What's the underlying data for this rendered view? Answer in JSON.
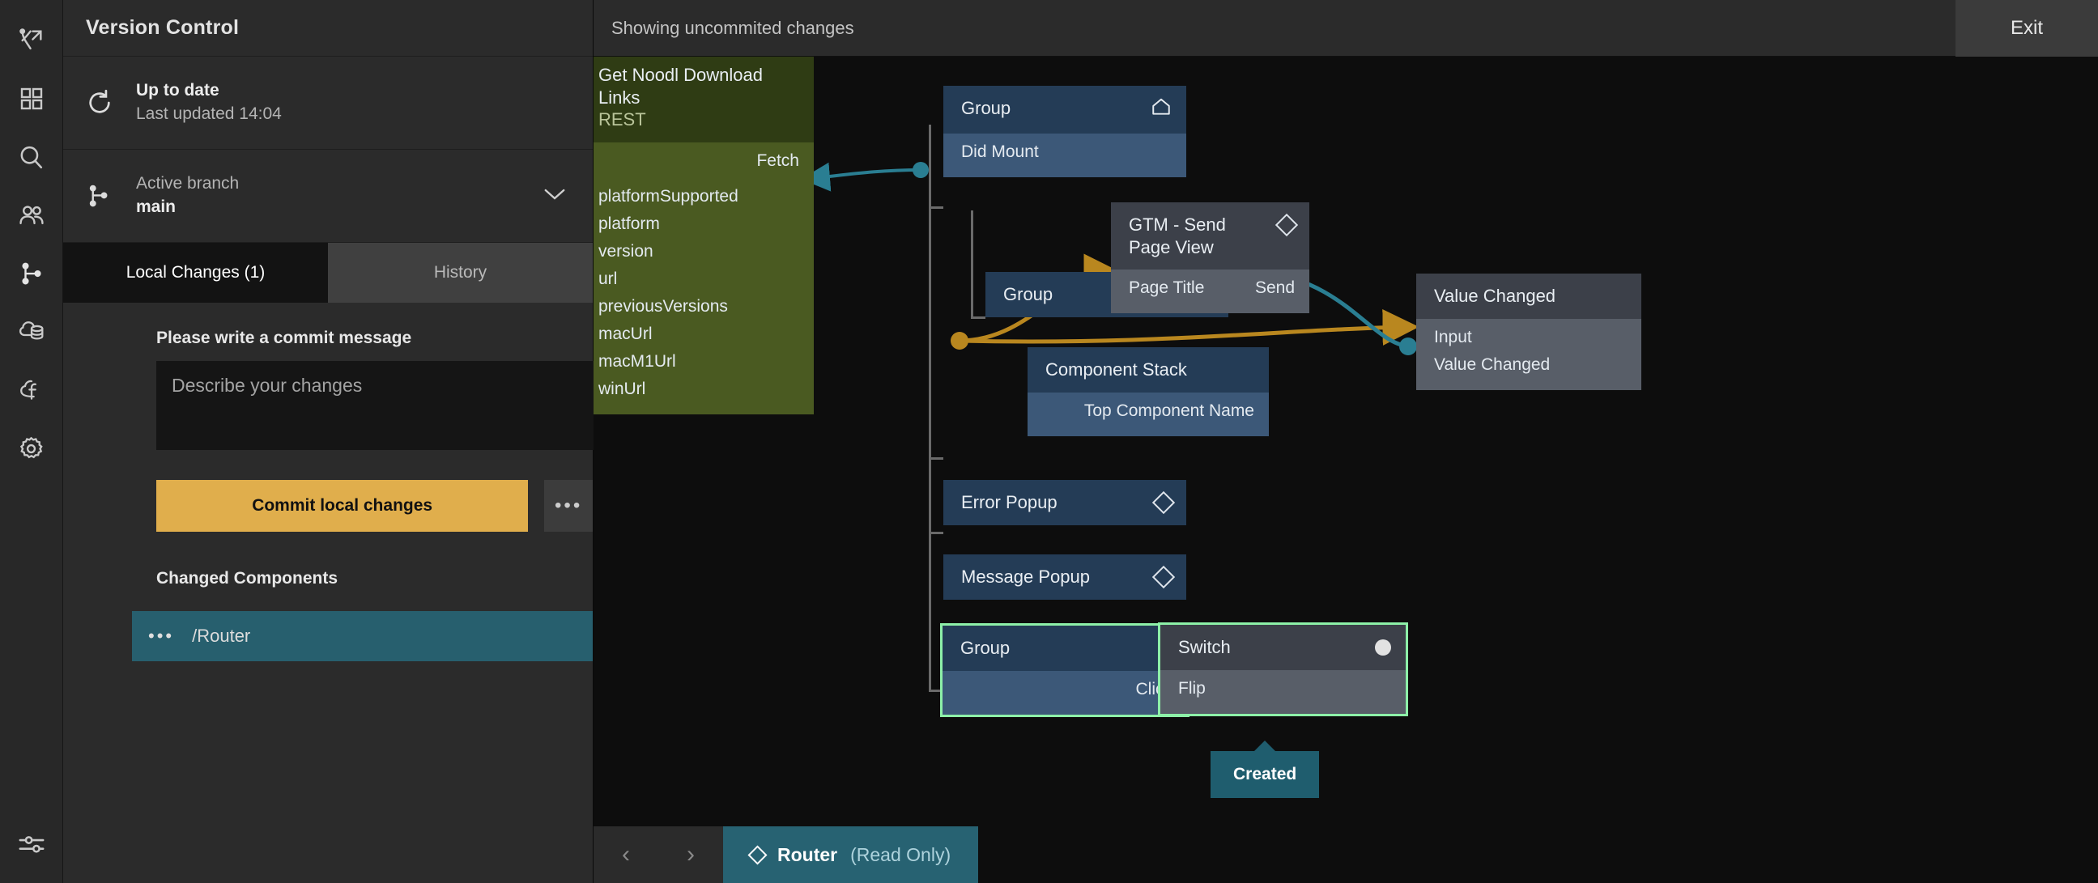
{
  "rail": {
    "items": [
      {
        "name": "noodl-logo-icon",
        "label": "Noodl"
      },
      {
        "name": "components-grid-icon",
        "label": "Components"
      },
      {
        "name": "search-icon",
        "label": "Search"
      },
      {
        "name": "team-users-icon",
        "label": "Team"
      },
      {
        "name": "git-branch-icon",
        "label": "Version Control"
      },
      {
        "name": "cloud-data-icon",
        "label": "Cloud Data"
      },
      {
        "name": "cloud-functions-icon",
        "label": "Cloud Functions"
      },
      {
        "name": "settings-gear-icon",
        "label": "Settings"
      }
    ],
    "bottom": {
      "name": "sliders-icon",
      "label": "Editor Settings"
    }
  },
  "version_control": {
    "title": "Version Control",
    "status": {
      "icon": "refresh-icon",
      "primary": "Up to date",
      "secondary": "Last updated 14:04"
    },
    "branch": {
      "icon": "git-branch-icon",
      "label": "Active branch",
      "value": "main",
      "chevron": "chevron-down-icon"
    },
    "tabs": [
      {
        "label": "Local Changes (1)",
        "active": true
      },
      {
        "label": "History",
        "active": false
      }
    ],
    "commit": {
      "label": "Please write a commit message",
      "placeholder": "Describe your changes",
      "value": "",
      "button_label": "Commit local changes",
      "more_label": "•••"
    },
    "changed": {
      "heading": "Changed Components",
      "items": [
        {
          "dots": "•••",
          "name": "/Router",
          "selected": true
        }
      ]
    }
  },
  "topbar": {
    "message": "Showing uncommited changes",
    "exit_label": "Exit"
  },
  "graph": {
    "nodes": [
      {
        "id": "rest",
        "kind": "green",
        "title": "Get Noodl Download Links",
        "subtitle": "REST",
        "inputs": [
          "Fetch"
        ],
        "outputs": [
          "platformSupported",
          "platform",
          "version",
          "url",
          "previousVersions",
          "macUrl",
          "macM1Url",
          "winUrl"
        ]
      },
      {
        "id": "group-root",
        "kind": "blue",
        "title": "Group",
        "badge": "home-icon",
        "ports": [
          "Did Mount"
        ]
      },
      {
        "id": "group-child",
        "kind": "blue",
        "title": "Group",
        "ports": []
      },
      {
        "id": "component-stack",
        "kind": "blue",
        "title": "Component Stack",
        "ports": [
          "Top Component Name"
        ]
      },
      {
        "id": "error-popup",
        "kind": "blue",
        "title": "Error Popup",
        "badge": "diamond-icon",
        "ports": []
      },
      {
        "id": "message-popup",
        "kind": "blue",
        "title": "Message Popup",
        "badge": "diamond-icon",
        "ports": []
      },
      {
        "id": "group-click",
        "kind": "blue",
        "title": "Group",
        "ports": [
          "Click"
        ],
        "selected": true
      },
      {
        "id": "gtm",
        "kind": "grey",
        "title": "GTM - Send Page View",
        "badge": "diamond-icon",
        "port_left": "Page Title",
        "port_right": "Send"
      },
      {
        "id": "value-changed",
        "kind": "grey",
        "title": "Value Changed",
        "ports": [
          "Input",
          "Value Changed"
        ]
      },
      {
        "id": "switch",
        "kind": "grey",
        "title": "Switch",
        "badge": "circle-icon",
        "ports": [
          "Flip"
        ],
        "selected": true
      }
    ],
    "created_badge": "Created",
    "colors": {
      "wire_teal": "#2a7e92",
      "wire_gold": "#b9871f",
      "wire_green": "#8df0a8",
      "selection": "#8df0a8",
      "accent_button": "#e0ae4c",
      "selected_row": "#275f6e"
    }
  },
  "bottom": {
    "prev": "‹",
    "next": "›",
    "breadcrumb_name": "Router",
    "breadcrumb_state": "(Read Only)"
  }
}
